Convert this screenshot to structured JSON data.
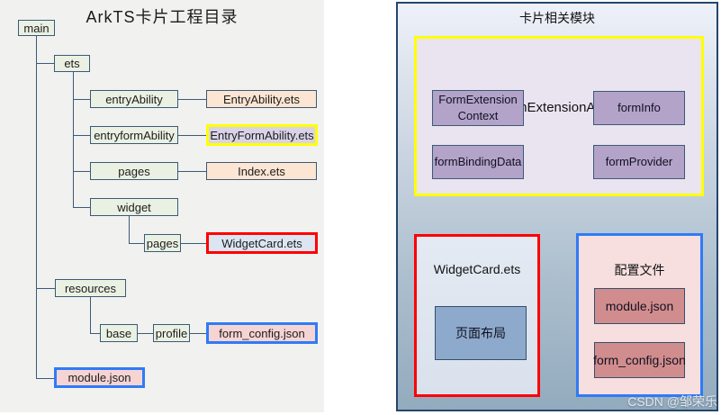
{
  "left_panel": {
    "title": "ArkTS卡片工程目录",
    "folders": {
      "main": "main",
      "ets": "ets",
      "entryAbility": "entryAbility",
      "entryformAbility": "entryformAbility",
      "pages": "pages",
      "widget": "widget",
      "widget_pages": "pages",
      "resources": "resources",
      "base": "base",
      "profile": "profile"
    },
    "files": {
      "entry_ability": "EntryAbility.ets",
      "entry_form_ability": "EntryFormAbility.ets",
      "index": "Index.ets",
      "widget_card": "WidgetCard.ets",
      "form_config": "form_config.json",
      "module_json": "module.json"
    }
  },
  "right_panel": {
    "title": "卡片相关模块",
    "form_extension_ability": {
      "title": "FormExtensionAbility",
      "items": [
        "FormExtension Context",
        "formInfo",
        "formBindingData",
        "formProvider"
      ]
    },
    "widget_card": {
      "title": "WidgetCard.ets",
      "content": "页面布局"
    },
    "config": {
      "title": "配置文件",
      "items": [
        "module.json",
        "form_config.json"
      ]
    }
  },
  "watermark": "CSDN @邹荣乐",
  "colors": {
    "highlight_yellow": "#ffff00",
    "highlight_red": "#ff0000",
    "highlight_blue": "#2e7bf6",
    "folder_fill": "#ebf1e2",
    "file_peach": "#fce5d2",
    "file_lavender": "#d9d3e8",
    "file_lightblue": "#dce6f3",
    "file_pink": "#f6d4d3",
    "module_purple": "#b3a3c9",
    "layout_steelblue": "#8da9cb",
    "config_salmon": "#d18d8d",
    "connector_line": "#3b5a77"
  }
}
